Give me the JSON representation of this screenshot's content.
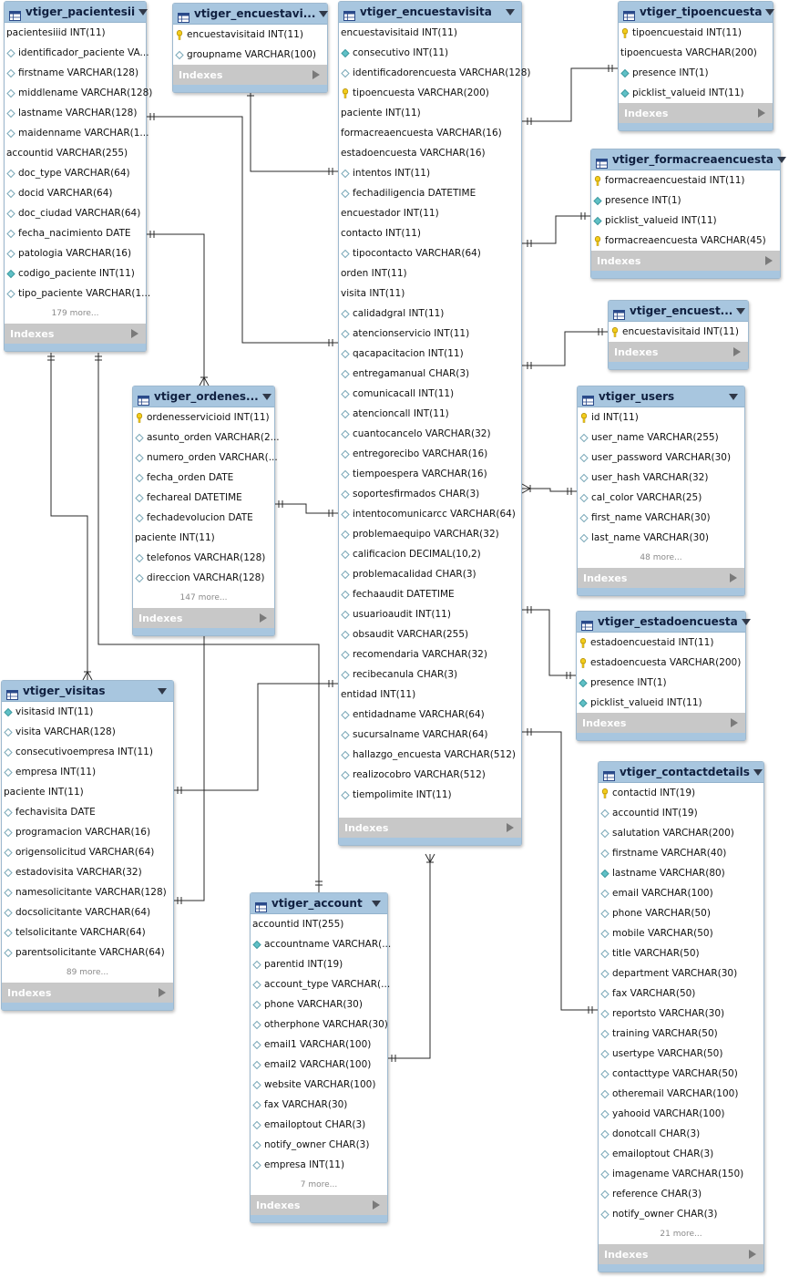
{
  "colors": {
    "header": "#a8c6df",
    "indexes_bar": "#c8c8c8",
    "key": "#f2cc1c",
    "diamond_filled": "#5fc0c6",
    "line": "#2a2a2a"
  },
  "icons": {
    "table": "table-icon",
    "pk": "key-icon",
    "field": "diamond-icon",
    "menu": "dropdown-triangle-icon",
    "expand": "expand-arrow-icon"
  },
  "tables": [
    {
      "id": "pacientesii",
      "name": "vtiger_pacientesii",
      "rows": [
        {
          "i": "n",
          "t": "pacientesiiid INT(11)"
        },
        {
          "i": "o",
          "t": "identificador_paciente VA..."
        },
        {
          "i": "o",
          "t": "firstname VARCHAR(128)"
        },
        {
          "i": "o",
          "t": "middlename VARCHAR(128)"
        },
        {
          "i": "o",
          "t": "lastname VARCHAR(128)"
        },
        {
          "i": "o",
          "t": "maidenname VARCHAR(1..."
        },
        {
          "i": "n",
          "t": "accountid VARCHAR(255)"
        },
        {
          "i": "o",
          "t": "doc_type VARCHAR(64)"
        },
        {
          "i": "o",
          "t": "docid VARCHAR(64)"
        },
        {
          "i": "o",
          "t": "doc_ciudad VARCHAR(64)"
        },
        {
          "i": "o",
          "t": "fecha_nacimiento DATE"
        },
        {
          "i": "o",
          "t": "patologia VARCHAR(16)"
        },
        {
          "i": "f",
          "t": "codigo_paciente INT(11)"
        },
        {
          "i": "o",
          "t": "tipo_paciente VARCHAR(1..."
        }
      ],
      "more": "179 more...",
      "indexes": "Indexes"
    },
    {
      "id": "encuestavisitagroup",
      "name": "vtiger_encuestavi...",
      "rows": [
        {
          "i": "k",
          "t": "encuestavisitaid INT(11)"
        },
        {
          "i": "o",
          "t": "groupname VARCHAR(100)"
        }
      ],
      "more": "",
      "indexes": "Indexes"
    },
    {
      "id": "encuestavisita",
      "name": "vtiger_encuestavisita",
      "rows": [
        {
          "i": "n",
          "t": "encuestavisitaid INT(11)"
        },
        {
          "i": "f",
          "t": "consecutivo INT(11)"
        },
        {
          "i": "o",
          "t": "identificadorencuesta VARCHAR(128)"
        },
        {
          "i": "k",
          "t": "tipoencuesta VARCHAR(200)"
        },
        {
          "i": "n",
          "t": "paciente INT(11)"
        },
        {
          "i": "n",
          "t": "formacreaencuesta VARCHAR(16)"
        },
        {
          "i": "n",
          "t": "estadoencuesta VARCHAR(16)"
        },
        {
          "i": "o",
          "t": "intentos INT(11)"
        },
        {
          "i": "o",
          "t": "fechadiligencia DATETIME"
        },
        {
          "i": "n",
          "t": "encuestador INT(11)"
        },
        {
          "i": "n",
          "t": "contacto INT(11)"
        },
        {
          "i": "o",
          "t": "tipocontacto VARCHAR(64)"
        },
        {
          "i": "n",
          "t": "orden INT(11)"
        },
        {
          "i": "n",
          "t": "visita INT(11)"
        },
        {
          "i": "o",
          "t": "calidadgral INT(11)"
        },
        {
          "i": "o",
          "t": "atencionservicio INT(11)"
        },
        {
          "i": "o",
          "t": "qacapacitacion INT(11)"
        },
        {
          "i": "o",
          "t": "entregamanual CHAR(3)"
        },
        {
          "i": "o",
          "t": "comunicacall INT(11)"
        },
        {
          "i": "o",
          "t": "atencioncall INT(11)"
        },
        {
          "i": "o",
          "t": "cuantocancelo VARCHAR(32)"
        },
        {
          "i": "o",
          "t": "entregorecibo VARCHAR(16)"
        },
        {
          "i": "o",
          "t": "tiempoespera VARCHAR(16)"
        },
        {
          "i": "o",
          "t": "soportesfirmados CHAR(3)"
        },
        {
          "i": "o",
          "t": "intentocomunicarcc VARCHAR(64)"
        },
        {
          "i": "o",
          "t": "problemaequipo VARCHAR(32)"
        },
        {
          "i": "o",
          "t": "calificacion DECIMAL(10,2)"
        },
        {
          "i": "o",
          "t": "problemacalidad CHAR(3)"
        },
        {
          "i": "o",
          "t": "fechaaudit DATETIME"
        },
        {
          "i": "o",
          "t": "usuarioaudit INT(11)"
        },
        {
          "i": "o",
          "t": "obsaudit VARCHAR(255)"
        },
        {
          "i": "o",
          "t": "recomendaria VARCHAR(32)"
        },
        {
          "i": "o",
          "t": "recibecanula CHAR(3)"
        },
        {
          "i": "n",
          "t": "entidad INT(11)"
        },
        {
          "i": "o",
          "t": "entidadname VARCHAR(64)"
        },
        {
          "i": "o",
          "t": "sucursalname VARCHAR(64)"
        },
        {
          "i": "o",
          "t": "hallazgo_encuesta VARCHAR(512)"
        },
        {
          "i": "o",
          "t": "realizocobro VARCHAR(512)"
        },
        {
          "i": "o",
          "t": "tiempolimite INT(11)"
        }
      ],
      "more": "",
      "indexes": "Indexes"
    },
    {
      "id": "tipoencuesta",
      "name": "vtiger_tipoencuesta",
      "rows": [
        {
          "i": "k",
          "t": "tipoencuestaid INT(11)"
        },
        {
          "i": "n",
          "t": "tipoencuesta VARCHAR(200)"
        },
        {
          "i": "f",
          "t": "presence INT(1)"
        },
        {
          "i": "f",
          "t": "picklist_valueid INT(11)"
        }
      ],
      "more": "",
      "indexes": "Indexes"
    },
    {
      "id": "formacreaencuesta",
      "name": "vtiger_formacreaencuesta",
      "rows": [
        {
          "i": "k",
          "t": "formacreaencuestaid INT(11)"
        },
        {
          "i": "f",
          "t": "presence INT(1)"
        },
        {
          "i": "f",
          "t": "picklist_valueid INT(11)"
        },
        {
          "i": "k",
          "t": "formacreaencuesta VARCHAR(45)"
        }
      ],
      "more": "",
      "indexes": "Indexes"
    },
    {
      "id": "encuestavisitacf",
      "name": "vtiger_encuest...",
      "rows": [
        {
          "i": "k",
          "t": "encuestavisitaid INT(11)"
        }
      ],
      "more": "",
      "indexes": "Indexes"
    },
    {
      "id": "users",
      "name": "vtiger_users",
      "rows": [
        {
          "i": "k",
          "t": "id INT(11)"
        },
        {
          "i": "o",
          "t": "user_name VARCHAR(255)"
        },
        {
          "i": "o",
          "t": "user_password VARCHAR(30)"
        },
        {
          "i": "o",
          "t": "user_hash VARCHAR(32)"
        },
        {
          "i": "o",
          "t": "cal_color VARCHAR(25)"
        },
        {
          "i": "o",
          "t": "first_name VARCHAR(30)"
        },
        {
          "i": "o",
          "t": "last_name VARCHAR(30)"
        }
      ],
      "more": "48 more...",
      "indexes": "Indexes"
    },
    {
      "id": "estadoencuesta",
      "name": "vtiger_estadoencuesta",
      "rows": [
        {
          "i": "k",
          "t": "estadoencuestaid INT(11)"
        },
        {
          "i": "k",
          "t": "estadoencuesta VARCHAR(200)"
        },
        {
          "i": "f",
          "t": "presence INT(1)"
        },
        {
          "i": "f",
          "t": "picklist_valueid INT(11)"
        }
      ],
      "more": "",
      "indexes": "Indexes"
    },
    {
      "id": "ordenesservicio",
      "name": "vtiger_ordenes...",
      "rows": [
        {
          "i": "k",
          "t": "ordenesservicioid INT(11)"
        },
        {
          "i": "o",
          "t": "asunto_orden VARCHAR(2..."
        },
        {
          "i": "o",
          "t": "numero_orden VARCHAR(..."
        },
        {
          "i": "o",
          "t": "fecha_orden DATE"
        },
        {
          "i": "o",
          "t": "fechareal DATETIME"
        },
        {
          "i": "o",
          "t": "fechadevolucion DATE"
        },
        {
          "i": "n",
          "t": "paciente INT(11)"
        },
        {
          "i": "o",
          "t": "telefonos VARCHAR(128)"
        },
        {
          "i": "o",
          "t": "direccion VARCHAR(128)"
        }
      ],
      "more": "147 more...",
      "indexes": "Indexes"
    },
    {
      "id": "visitas",
      "name": "vtiger_visitas",
      "rows": [
        {
          "i": "f",
          "t": "visitasid INT(11)"
        },
        {
          "i": "o",
          "t": "visita VARCHAR(128)"
        },
        {
          "i": "o",
          "t": "consecutivoempresa INT(11)"
        },
        {
          "i": "o",
          "t": "empresa INT(11)"
        },
        {
          "i": "n",
          "t": "paciente INT(11)"
        },
        {
          "i": "o",
          "t": "fechavisita DATE"
        },
        {
          "i": "o",
          "t": "programacion VARCHAR(16)"
        },
        {
          "i": "o",
          "t": "origensolicitud VARCHAR(64)"
        },
        {
          "i": "o",
          "t": "estadovisita VARCHAR(32)"
        },
        {
          "i": "o",
          "t": "namesolicitante VARCHAR(128)"
        },
        {
          "i": "o",
          "t": "docsolicitante VARCHAR(64)"
        },
        {
          "i": "o",
          "t": "telsolicitante VARCHAR(64)"
        },
        {
          "i": "o",
          "t": "parentsolicitante VARCHAR(64)"
        }
      ],
      "more": "89 more...",
      "indexes": "Indexes"
    },
    {
      "id": "account",
      "name": "vtiger_account",
      "rows": [
        {
          "i": "n",
          "t": "accountid INT(255)"
        },
        {
          "i": "f",
          "t": "accountname VARCHAR(..."
        },
        {
          "i": "o",
          "t": "parentid INT(19)"
        },
        {
          "i": "o",
          "t": "account_type VARCHAR(..."
        },
        {
          "i": "o",
          "t": "phone VARCHAR(30)"
        },
        {
          "i": "o",
          "t": "otherphone VARCHAR(30)"
        },
        {
          "i": "o",
          "t": "email1 VARCHAR(100)"
        },
        {
          "i": "o",
          "t": "email2 VARCHAR(100)"
        },
        {
          "i": "o",
          "t": "website VARCHAR(100)"
        },
        {
          "i": "o",
          "t": "fax VARCHAR(30)"
        },
        {
          "i": "o",
          "t": "emailoptout CHAR(3)"
        },
        {
          "i": "o",
          "t": "notify_owner CHAR(3)"
        },
        {
          "i": "o",
          "t": "empresa INT(11)"
        }
      ],
      "more": "7 more...",
      "indexes": "Indexes"
    },
    {
      "id": "contactdetails",
      "name": "vtiger_contactdetails",
      "rows": [
        {
          "i": "k",
          "t": "contactid INT(19)"
        },
        {
          "i": "o",
          "t": "accountid INT(19)"
        },
        {
          "i": "o",
          "t": "salutation VARCHAR(200)"
        },
        {
          "i": "o",
          "t": "firstname VARCHAR(40)"
        },
        {
          "i": "f",
          "t": "lastname VARCHAR(80)"
        },
        {
          "i": "o",
          "t": "email VARCHAR(100)"
        },
        {
          "i": "o",
          "t": "phone VARCHAR(50)"
        },
        {
          "i": "o",
          "t": "mobile VARCHAR(50)"
        },
        {
          "i": "o",
          "t": "title VARCHAR(50)"
        },
        {
          "i": "o",
          "t": "department VARCHAR(30)"
        },
        {
          "i": "o",
          "t": "fax VARCHAR(50)"
        },
        {
          "i": "o",
          "t": "reportsto VARCHAR(30)"
        },
        {
          "i": "o",
          "t": "training VARCHAR(50)"
        },
        {
          "i": "o",
          "t": "usertype VARCHAR(50)"
        },
        {
          "i": "o",
          "t": "contacttype VARCHAR(50)"
        },
        {
          "i": "o",
          "t": "otheremail VARCHAR(100)"
        },
        {
          "i": "o",
          "t": "yahooid VARCHAR(100)"
        },
        {
          "i": "o",
          "t": "donotcall CHAR(3)"
        },
        {
          "i": "o",
          "t": "emailoptout CHAR(3)"
        },
        {
          "i": "o",
          "t": "imagename VARCHAR(150)"
        },
        {
          "i": "o",
          "t": "reference CHAR(3)"
        },
        {
          "i": "o",
          "t": "notify_owner CHAR(3)"
        }
      ],
      "more": "21 more...",
      "indexes": "Indexes"
    }
  ]
}
